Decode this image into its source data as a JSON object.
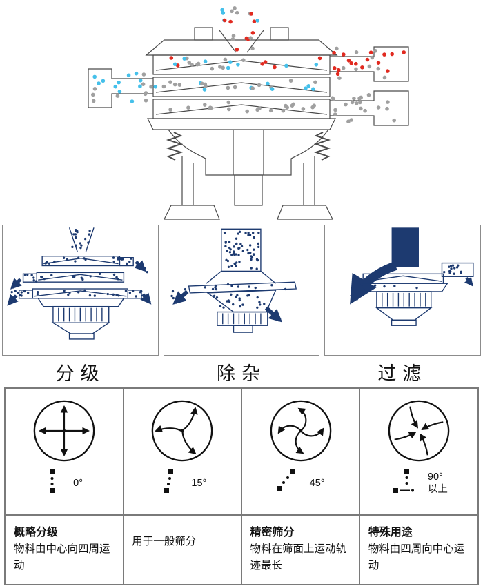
{
  "colors": {
    "red": "#e12a20",
    "cyan": "#45c0ea",
    "gray": "#a0a0a0",
    "navy": "#1d3a70",
    "line": "#4a4a4a"
  },
  "applications": [
    {
      "label": "分级"
    },
    {
      "label": "除杂"
    },
    {
      "label": "过滤"
    }
  ],
  "angle_table": [
    {
      "angle": "0°",
      "title": "概略分级",
      "desc": "物料由中心向四周运动"
    },
    {
      "angle": "15°",
      "title": "",
      "desc": "用于一般筛分"
    },
    {
      "angle": "45°",
      "title": "精密筛分",
      "desc": "物料在筛面上运动轨迹最长"
    },
    {
      "angle": "90°",
      "angle_suffix": "以上",
      "title": "特殊用途",
      "desc": "物料由四周向中心运动"
    }
  ]
}
